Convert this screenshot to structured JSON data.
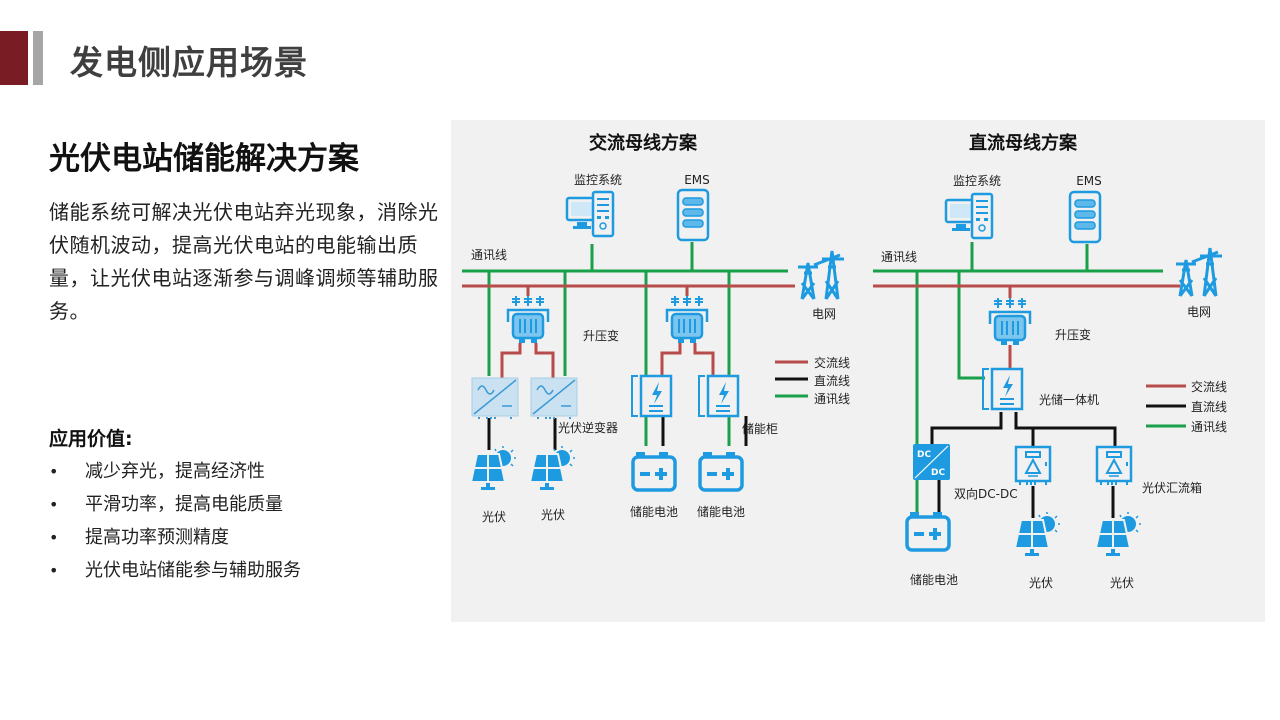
{
  "header": {
    "title": "发电侧应用场景",
    "accent_color": "#7a1c24"
  },
  "solution": {
    "title": "光伏电站储能解决方案",
    "description": "储能系统可解决光伏电站弃光现象，消除光伏随机波动，提高光伏电站的电能输出质量，让光伏电站逐渐参与调峰调频等辅助服务。"
  },
  "value": {
    "title": "应用价值:",
    "bullet_glyph": "•",
    "items": [
      "减少弃光，提高经济性",
      "平滑功率，提高电能质量",
      "提高功率预测精度",
      "光伏电站储能参与辅助服务"
    ]
  },
  "colors": {
    "ac_line": "#b84c4a",
    "dc_line": "#111111",
    "comm_line": "#1aa04a",
    "icon_blue": "#1e9be0",
    "icon_fill": "#cfe8f7"
  },
  "diagram_ac": {
    "title": "交流母线方案",
    "monitor_label": "监控系统",
    "ems_label": "EMS",
    "comm_label": "通讯线",
    "grid_label": "电网",
    "transformer_label": "升压变",
    "inverter_label": "光伏逆变器",
    "cabinet_label": "储能柜",
    "pv_labels": [
      "光伏",
      "光伏"
    ],
    "battery_labels": [
      "储能电池",
      "储能电池"
    ],
    "legend": [
      "交流线",
      "直流线",
      "通讯线"
    ]
  },
  "diagram_dc": {
    "title": "直流母线方案",
    "monitor_label": "监控系统",
    "ems_label": "EMS",
    "comm_label": "通讯线",
    "grid_label": "电网",
    "transformer_label": "升压变",
    "pcs_label": "光储一体机",
    "dcdc_label": "双向DC-DC",
    "dcdc_text": [
      "DC",
      "DC"
    ],
    "combiner_label": "光伏汇流箱",
    "battery_label": "储能电池",
    "pv_labels": [
      "光伏",
      "光伏"
    ],
    "legend": [
      "交流线",
      "直流线",
      "通讯线"
    ]
  }
}
